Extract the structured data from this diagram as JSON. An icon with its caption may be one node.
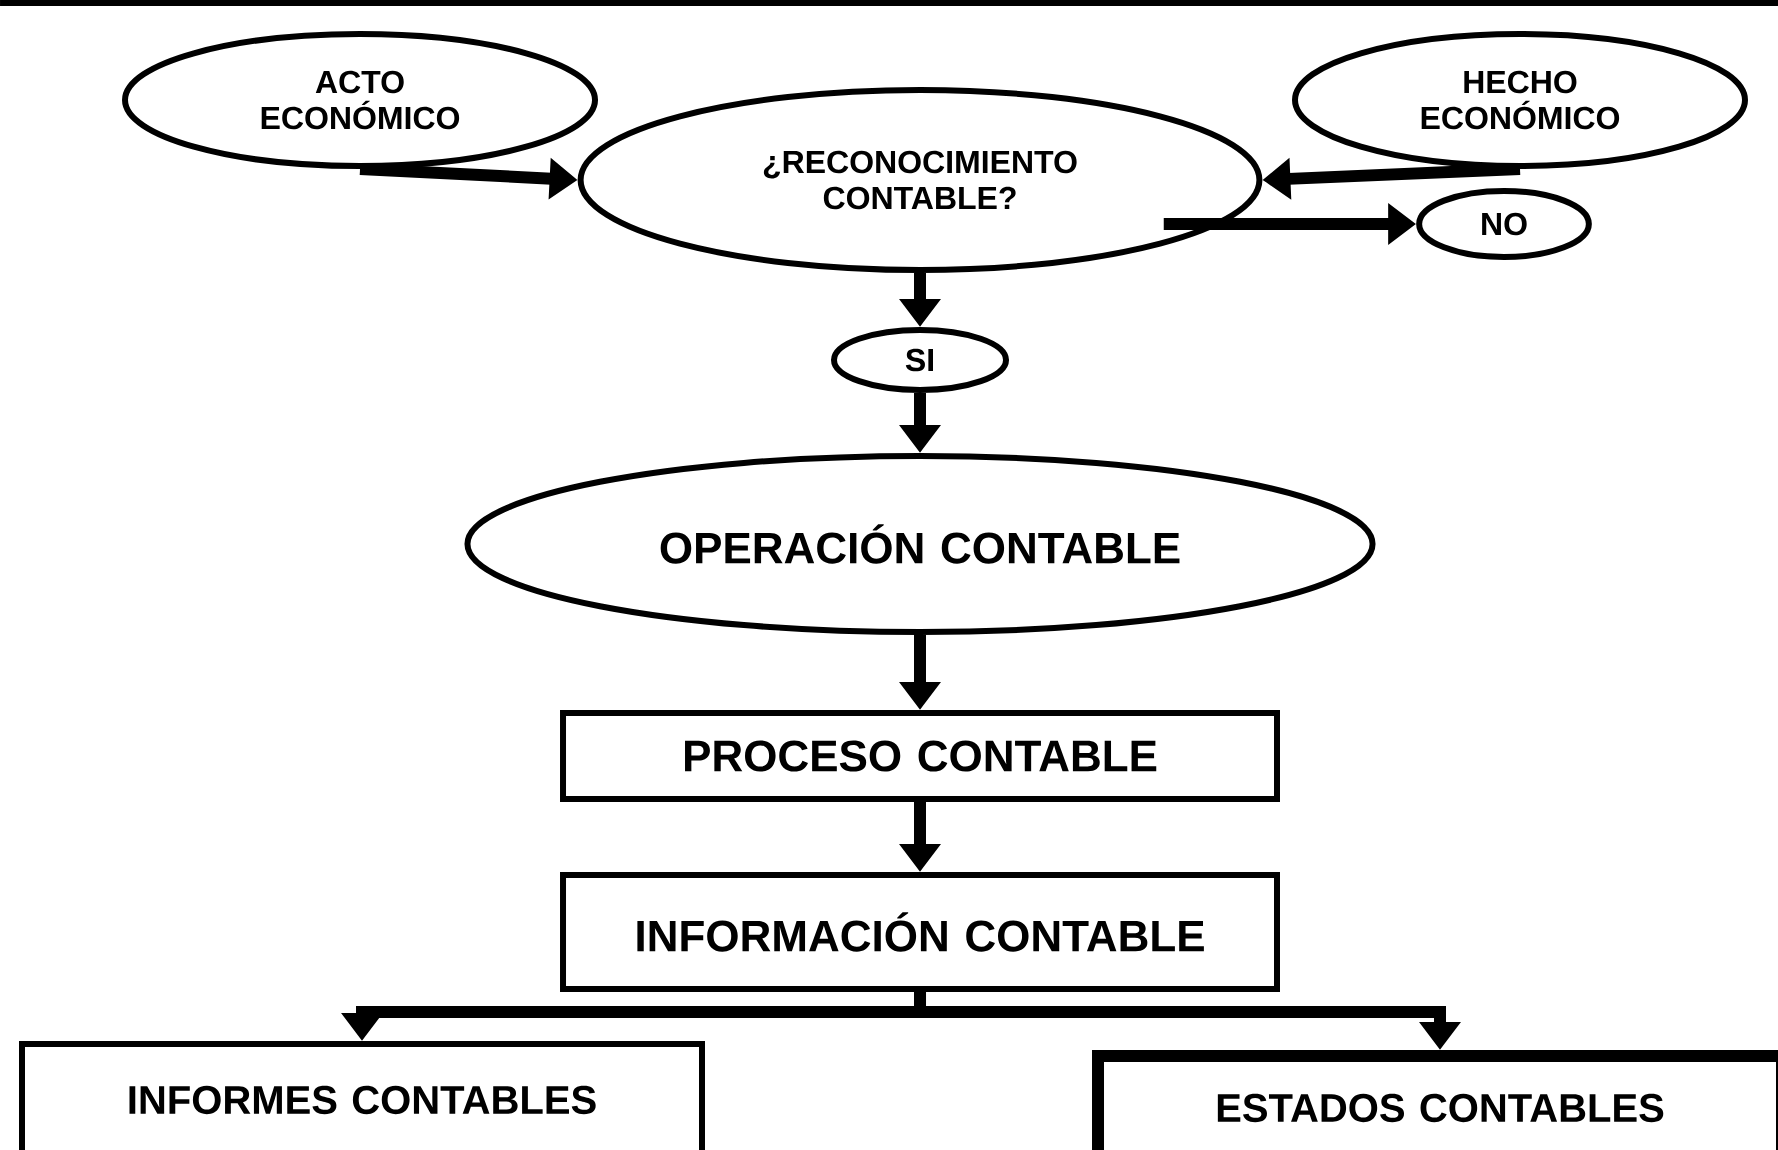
{
  "diagram": {
    "nodes": [
      {
        "text": [
          "ACTO ECONÓMICO"
        ]
      },
      {
        "text": [
          "HECHO ECONÓMICO"
        ]
      },
      {
        "text": [
          "¿RECONOCIMIENTO CONTABLE?"
        ]
      },
      {
        "text": [
          "NO"
        ]
      },
      {
        "text": [
          "SI"
        ]
      },
      {
        "text": [
          "OPERACIÓN CONTABLE"
        ]
      },
      {
        "text": [
          "PROCESO CONTABLE"
        ]
      },
      {
        "text": [
          "INFORMACIÓN CONTABLE"
        ]
      },
      {
        "text": [
          "INFORMES CONTABLES"
        ]
      },
      {
        "text": [
          "ESTADOS CONTABLES"
        ]
      }
    ],
    "edges": [
      {
        "from": 0,
        "to": 2,
        "arrow": "to"
      },
      {
        "from": 1,
        "to": 2,
        "arrow": "to"
      },
      {
        "from": 2,
        "to": 3,
        "arrow": "to"
      },
      {
        "from": 2,
        "to": 4,
        "arrow": "to"
      },
      {
        "from": 4,
        "to": 5,
        "arrow": "to"
      },
      {
        "from": 5,
        "to": 6,
        "arrow": "to"
      },
      {
        "from": 6,
        "to": 7,
        "arrow": "to"
      },
      {
        "from": 7,
        "to": 8,
        "arrow": "to"
      },
      {
        "from": 7,
        "to": 9,
        "arrow": "to"
      }
    ]
  }
}
